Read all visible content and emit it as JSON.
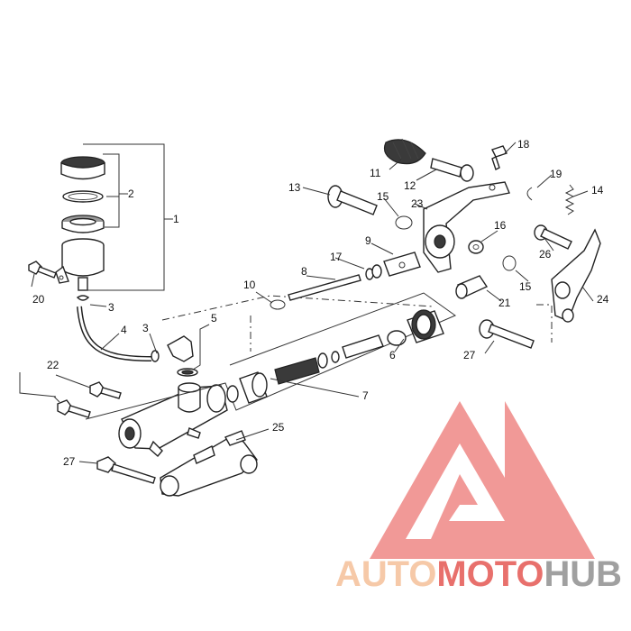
{
  "callouts": [
    "1",
    "2",
    "3",
    "3",
    "4",
    "5",
    "6",
    "7",
    "8",
    "9",
    "10",
    "11",
    "12",
    "13",
    "14",
    "15",
    "15",
    "16",
    "17",
    "18",
    "19",
    "20",
    "21",
    "22",
    "23",
    "24",
    "25",
    "26",
    "27",
    "27"
  ],
  "watermark": {
    "part1": "AUTO",
    "part2": "MOTO",
    "part3": "HUB",
    "color_light": "#f6c9a8",
    "color_red": "#e8706c",
    "color_grey": "#a0a0a0"
  }
}
